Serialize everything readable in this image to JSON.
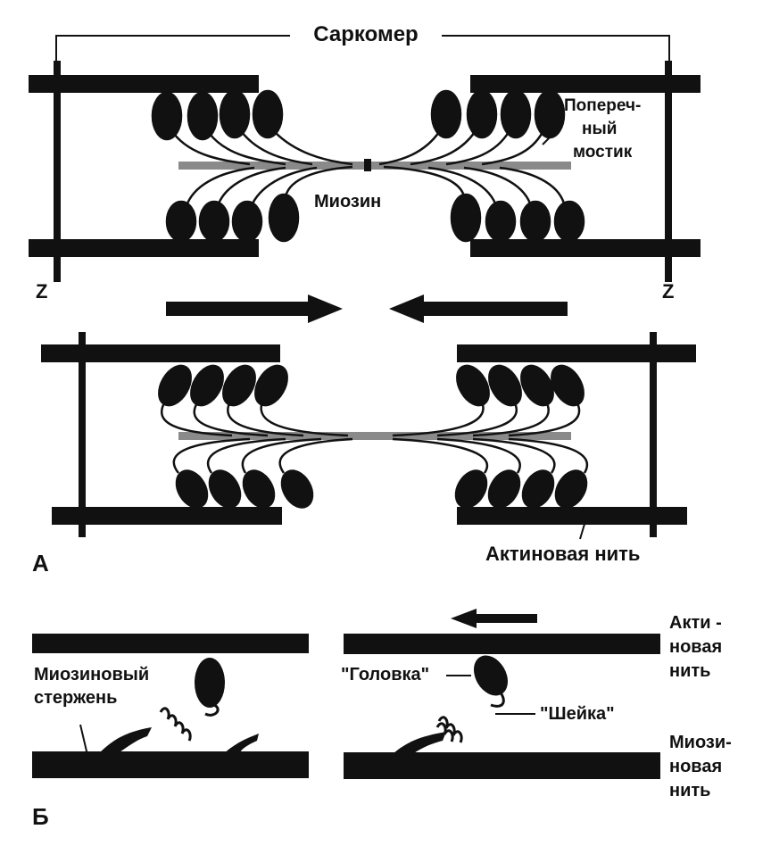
{
  "figure": {
    "panel_a": {
      "panel_label": "А",
      "sarcomere_label": "Саркомер",
      "cross_bridge_label_line1": "Попереч-",
      "cross_bridge_label_line2": "ный",
      "cross_bridge_label_line3": "мостик",
      "myosin_label": "Миозин",
      "z_left_label": "Z",
      "z_right_label": "Z",
      "actin_filament_label": "Актиновая нить"
    },
    "panel_b": {
      "panel_label": "Б",
      "myosin_rod_line1": "Миозиновый",
      "myosin_rod_line2": "стержень",
      "head_label": "\"Головка\"",
      "neck_label": "\"Шейка\"",
      "actin_line1": "Акти -",
      "actin_line2": "новая",
      "actin_line3": "нить",
      "myosin_line1": "Миози-",
      "myosin_line2": "новая",
      "myosin_line3": "нить"
    },
    "colors": {
      "ink": "#111111",
      "gray": "#8a8a8a",
      "background": "#ffffff"
    }
  }
}
